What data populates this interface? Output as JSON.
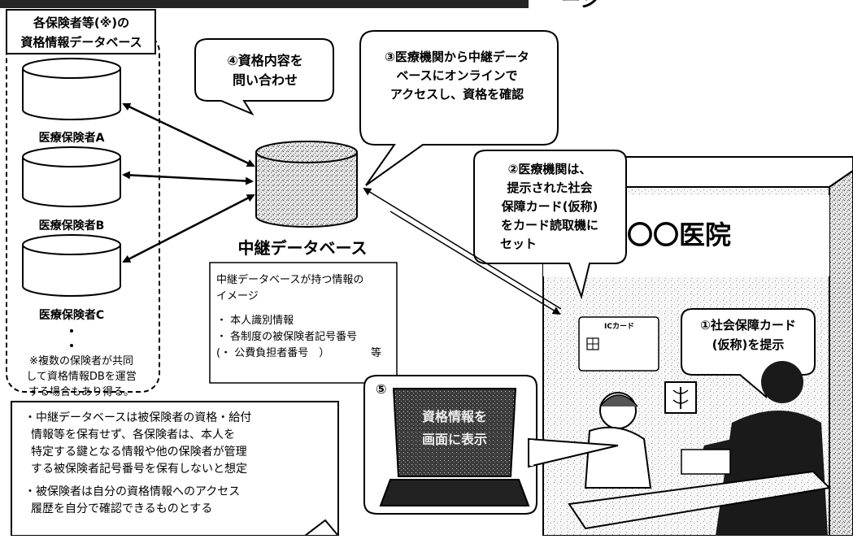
{
  "title_partial": "ージ",
  "db_group": {
    "label_line1": "各保険者等(※)の",
    "label_line2": "資格情報データベース",
    "insurers": [
      "医療保険者A",
      "医療保険者B",
      "医療保険者C"
    ],
    "note": [
      "※複数の保険者が共同",
      "して資格情報DBを運営",
      "する場合もあり得る。"
    ]
  },
  "relay_db": {
    "label": "中継データベース",
    "info": {
      "heading": [
        "中継データベースが持つ情報の",
        "イメージ"
      ],
      "items": [
        "・ 本人識別情報",
        "・ 各制度の被保険者記号番号"
      ],
      "sub": "(・ 公費負担者番号　）",
      "etc": "等"
    }
  },
  "callouts": {
    "step4": [
      "④資格内容を",
      "問い合わせ"
    ],
    "step3": [
      "③医療機関から中継データ",
      "ベースにオンラインで",
      "アクセスし、資格を確認"
    ],
    "step2": [
      "②医療機関は、",
      "提示された社会",
      "保障カード(仮称)",
      "をカード読取機に",
      "セット"
    ],
    "step1": [
      "①社会保障カード",
      "(仮称)を提示"
    ],
    "step5": "⑤"
  },
  "clinic": {
    "sign": "〇〇医院",
    "card_label": "ICカード"
  },
  "laptop_screen": [
    "資格情報を",
    "画面に表示"
  ],
  "notes": [
    [
      "・中継データベースは被保険者の資格・給付",
      "情報等を保有せず、各保険者は、本人を",
      "特定する鍵となる情報や他の保険者が管理",
      "する被保険者記号番号を保有しないと想定"
    ],
    [
      "・被保険者は自分の資格情報へのアクセス",
      "履歴を自分で確認できるものとする"
    ]
  ]
}
